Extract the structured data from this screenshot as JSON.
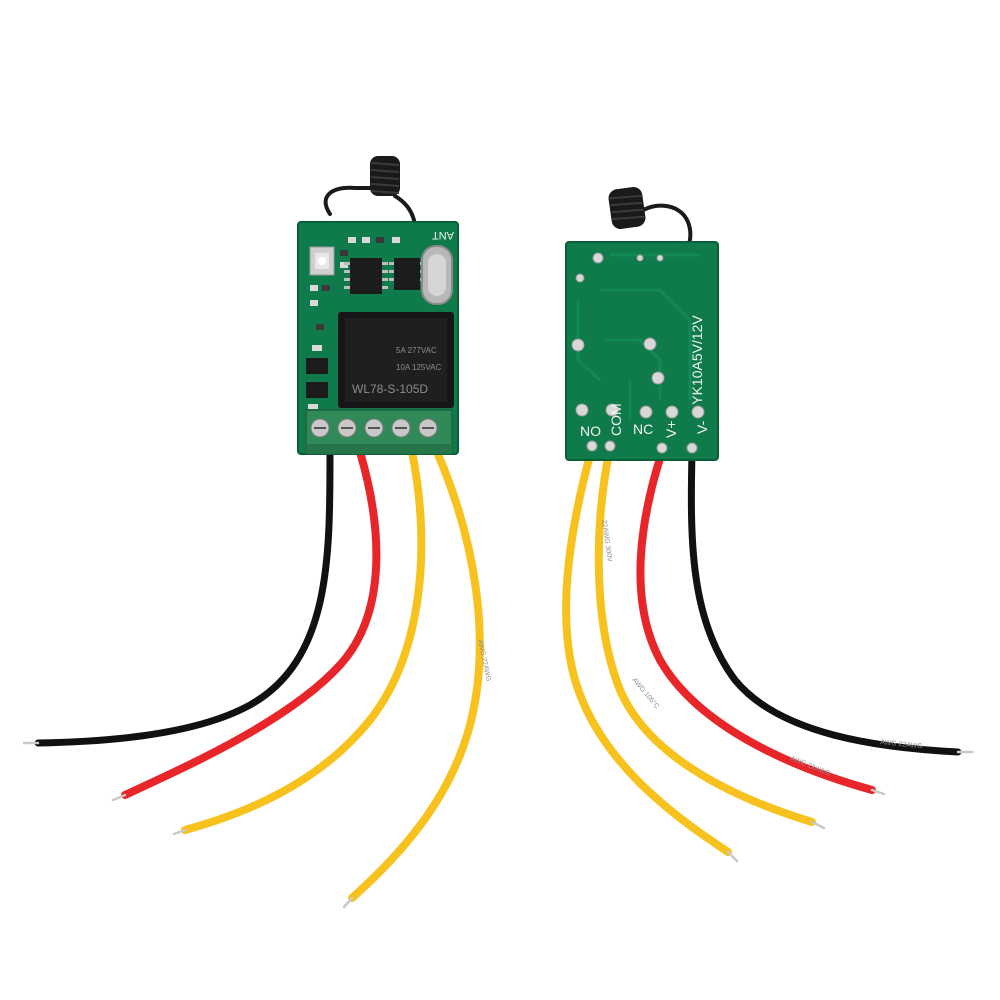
{
  "colors": {
    "background": "#ffffff",
    "pcb_green": "#0f7a4a",
    "pcb_edge": "#0a5f39",
    "terminal_green": "#2f8a57",
    "relay_black": "#161616",
    "wire_black": "#111111",
    "wire_red": "#e8262a",
    "wire_yellow": "#f7c21d",
    "antenna_black": "#1a1a1a"
  },
  "front_board": {
    "ant_label": "ANT",
    "relay_rating_1": "5A  277VAC",
    "relay_rating_2": "10A  125VAC",
    "relay_model": "WL78-S-105D"
  },
  "back_board": {
    "model_label": "YK10A5V/12V",
    "pin_no": "NO",
    "pin_com": "COM",
    "pin_nc": "NC",
    "pin_vplus": "V+",
    "pin_vminus": "V-"
  },
  "wire_print": {
    "left_yellow": "AWG 22AWG",
    "right_yellow_1": "22AWG 300V",
    "right_yellow_2": "AWG 105°C",
    "right_red": "AWG 22AWG",
    "right_black": "AWG 22AWG"
  }
}
